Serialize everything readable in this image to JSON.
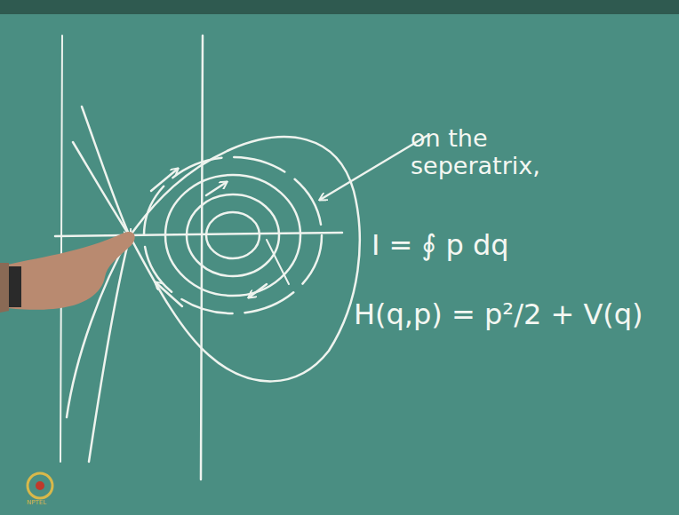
{
  "diagram": {
    "labels": [
      "on the seperatrix,",
      "I = ∮ p dq",
      "H(q,p) = p²/2 + V(q)",
      "NPTEL"
    ]
  }
}
